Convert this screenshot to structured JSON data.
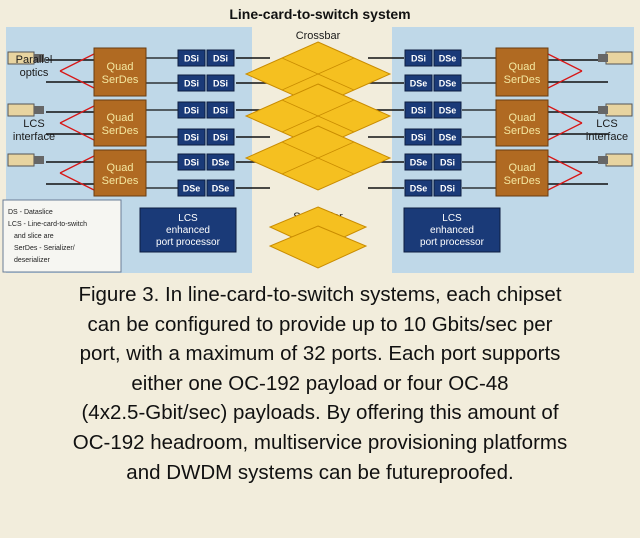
{
  "title": "Line-card-to-switch system",
  "labels": {
    "crossbar": "Crossbar",
    "scheduler": "Scheduler",
    "parallel_optics": [
      "Parallel",
      "optics"
    ],
    "lcs_interface_left": [
      "LCS",
      "interface"
    ],
    "lcs_interface_right": [
      "LCS",
      "interface"
    ]
  },
  "serdes": {
    "line1": "Quad",
    "line2": "SerDes",
    "right_line1": "Quad",
    "right_line2": "SerDes"
  },
  "ds_left": [
    [
      "DSi",
      "DSi"
    ],
    [
      "DSi",
      "DSi"
    ],
    [
      "DSi",
      "DSi"
    ],
    [
      "DSi",
      "DSi"
    ],
    [
      "DSi",
      "DSe"
    ],
    [
      "DSe",
      "DSe"
    ]
  ],
  "ds_right": [
    [
      "DSi",
      "DSe"
    ],
    [
      "DSe",
      "DSe"
    ],
    [
      "DSi",
      "DSe"
    ],
    [
      "DSi",
      "DSe"
    ],
    [
      "DSe",
      "DSi"
    ],
    [
      "DSe",
      "DSi"
    ]
  ],
  "lcs_processor": {
    "left": [
      "LCS",
      "enhanced",
      "port processor"
    ],
    "right": [
      "LCS",
      "enhanced",
      "port processor"
    ]
  },
  "legend": [
    "DS - Dataslice",
    "LCS - Line-card-to-switch",
    "and slice are",
    "SerDes - Serializer/",
    "deserializer"
  ],
  "caption_lines": [
    "Figure 3. In line-card-to-switch systems, each chipset",
    "can be configured to provide up to 10 Gbits/sec per",
    "port, with a maximum of 32 ports. Each port supports",
    "either one OC-192 payload or four OC-48",
    "(4x2.5-Gbit/sec) payloads. By offering this amount of",
    "OC-192 headroom, multiservice provisioning platforms",
    "and DWDM systems can be futureproofed."
  ],
  "colors": {
    "background": "#f2eddc",
    "panel": "#bfd8e8",
    "serdes": "#b06a22",
    "dataslice": "#1a3a78",
    "crossbar": "#f5c020",
    "signal": "#d81818"
  }
}
